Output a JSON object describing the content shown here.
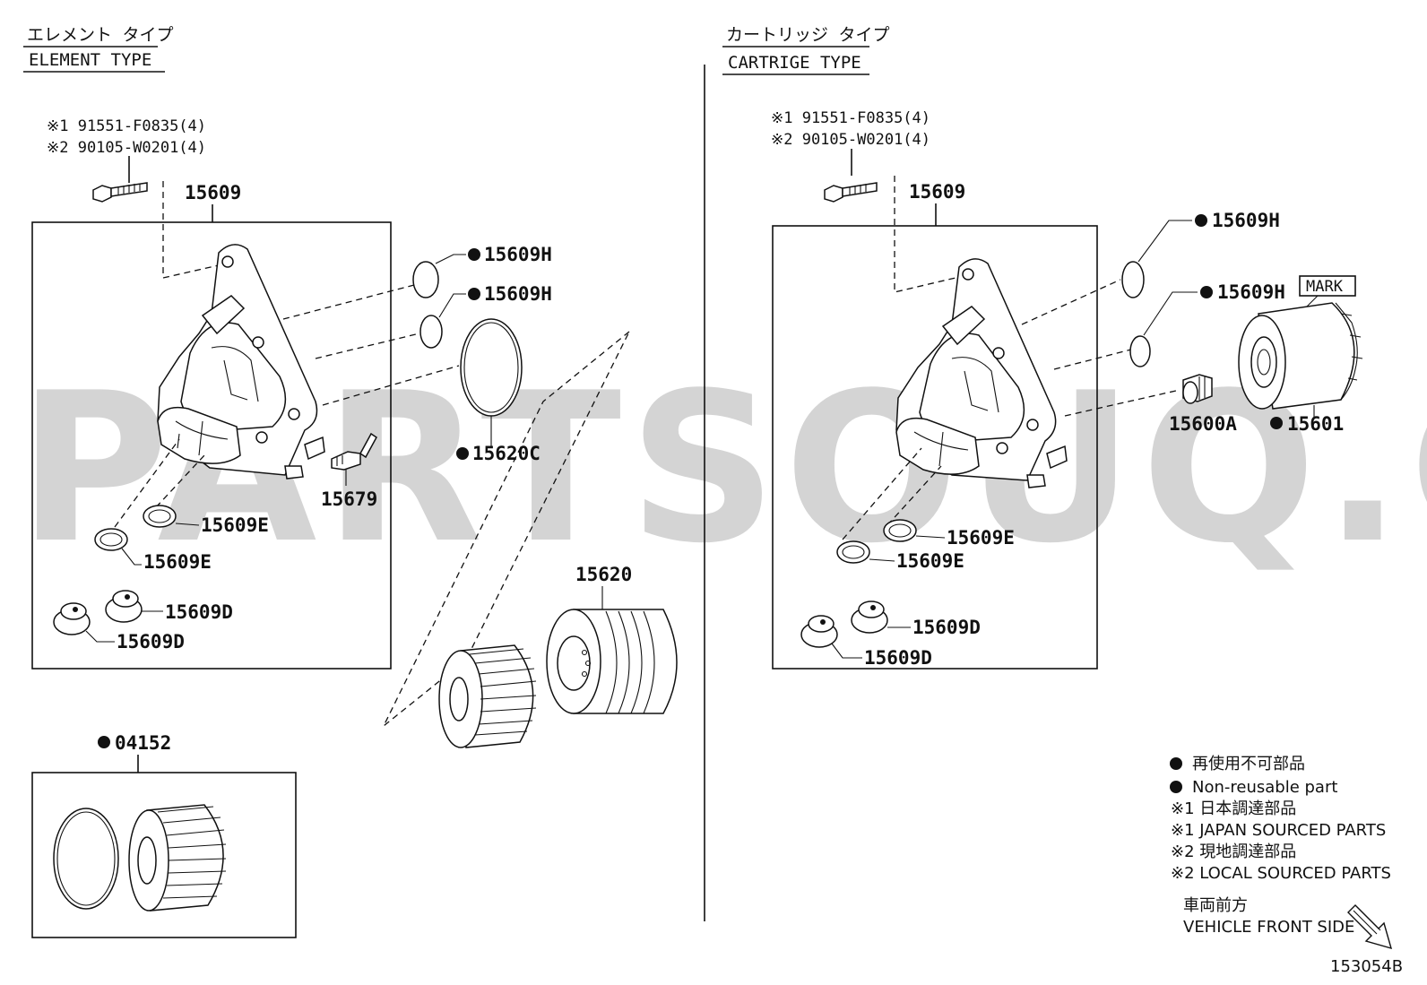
{
  "watermark": "PARTSOUQ.COM",
  "left_panel": {
    "title_jp": "エレメント タイプ",
    "title_en": "ELEMENT TYPE",
    "bolt_note_1": "※1 91551-F0835(4)",
    "bolt_note_2": "※2 90105-W0201(4)",
    "housing": "15609",
    "oring_upper": "15609H",
    "oring_lower": "15609H",
    "big_oring": "15620C",
    "switch": "15679",
    "gasket_1": "15609E",
    "gasket_2": "15609E",
    "plug_1": "15609D",
    "plug_2": "15609D",
    "cap_assy": "15620",
    "element_kit": "04152"
  },
  "right_panel": {
    "title_jp": "カートリッジ タイプ",
    "title_en": "CARTRIGE TYPE",
    "bolt_note_1": "※1 91551-F0835(4)",
    "bolt_note_2": "※2 90105-W0201(4)",
    "housing": "15609",
    "oring_upper": "15609H",
    "oring_lower": "15609H",
    "mark_label": "MARK",
    "union": "15600A",
    "filter": "15601",
    "gasket_1": "15609E",
    "gasket_2": "15609E",
    "plug_1": "15609D",
    "plug_2": "15609D"
  },
  "legend": {
    "nonreusable_jp": "再使用不可部品",
    "nonreusable_en": "Non-reusable part",
    "note1_jp": "※1 日本調達部品",
    "note1_en": "※1 JAPAN SOURCED PARTS",
    "note2_jp": "※2 現地調達部品",
    "note2_en": "※2 LOCAL SOURCED PARTS",
    "front_jp": "車両前方",
    "front_en": "VEHICLE FRONT SIDE"
  },
  "figure_id": "153054B"
}
